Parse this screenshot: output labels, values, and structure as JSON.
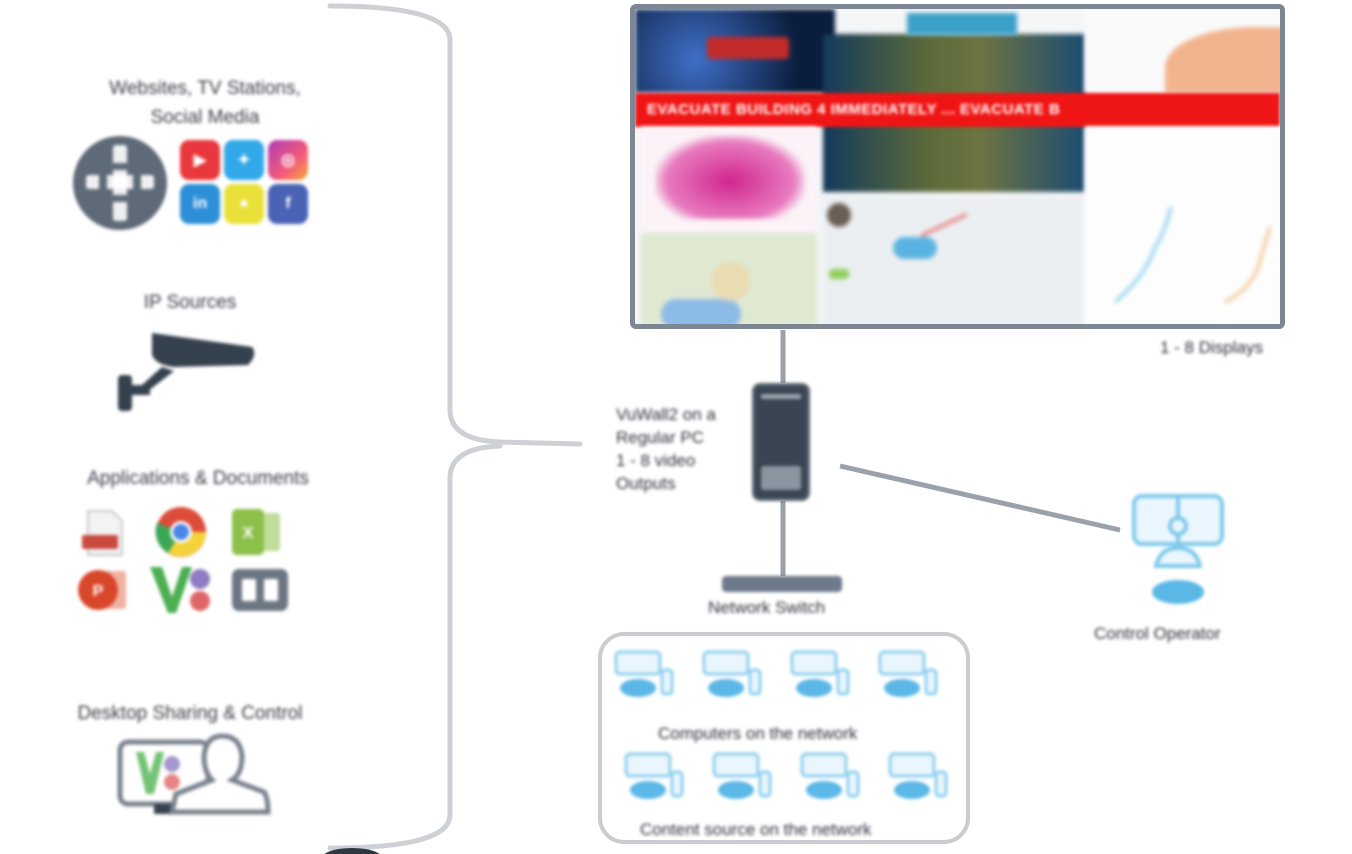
{
  "sources": {
    "web_social": {
      "label_line1": "Websites, TV Stations,",
      "label_line2": "Social Media",
      "icons": [
        {
          "name": "globe-icon"
        },
        {
          "name": "youtube-icon",
          "color": "#e8383d",
          "glyph": "▶"
        },
        {
          "name": "twitter-icon",
          "color": "#31a9e8",
          "glyph": "✦"
        },
        {
          "name": "instagram-icon",
          "color": "#d8459a",
          "glyph": "◎"
        },
        {
          "name": "linkedin-icon",
          "color": "#2d8fd6",
          "glyph": "in"
        },
        {
          "name": "snapchat-icon",
          "color": "#e9e13a",
          "glyph": "●"
        },
        {
          "name": "facebook-icon",
          "color": "#4a63b5",
          "glyph": "f"
        }
      ]
    },
    "ip": {
      "label": "IP Sources",
      "icon": "security-camera-icon"
    },
    "apps": {
      "label": "Applications & Documents",
      "icons": [
        {
          "name": "pdf-icon",
          "color": "#c94a3e",
          "glyph": "PDF"
        },
        {
          "name": "chrome-icon",
          "color": "#dd4b39",
          "glyph": "◉"
        },
        {
          "name": "excel-icon",
          "color": "#8dc04a",
          "glyph": "X"
        },
        {
          "name": "powerpoint-icon",
          "color": "#d9472b",
          "glyph": "P"
        },
        {
          "name": "vuwall-logo-icon",
          "color": "#4caf50",
          "glyph": "V"
        },
        {
          "name": "video-player-icon",
          "color": "#6c7683",
          "glyph": "◀▶"
        }
      ]
    },
    "desktop": {
      "label": "Desktop Sharing & Control",
      "icon": "desktop-sharing-icon"
    }
  },
  "hub": {
    "label_line1": "VuWall2 on a",
    "label_line2": "Regular PC",
    "label_line3": "1 - 8 video",
    "label_line4": "Outputs"
  },
  "display": {
    "caption": "1 - 8 Displays",
    "ticker_text": "EVACUATE BUILDING 4 IMMEDIATELY ... EVACUATE B",
    "ticker_color": "#f01515"
  },
  "network": {
    "switch_label": "Network Switch",
    "computers_label": "Computers on the network",
    "content_label": "Content source on the network"
  },
  "operator": {
    "label": "Control Operator"
  },
  "colors": {
    "connector": "#9aa1aa",
    "device": "#3a4553",
    "network_icon": "#5bb8e6"
  }
}
